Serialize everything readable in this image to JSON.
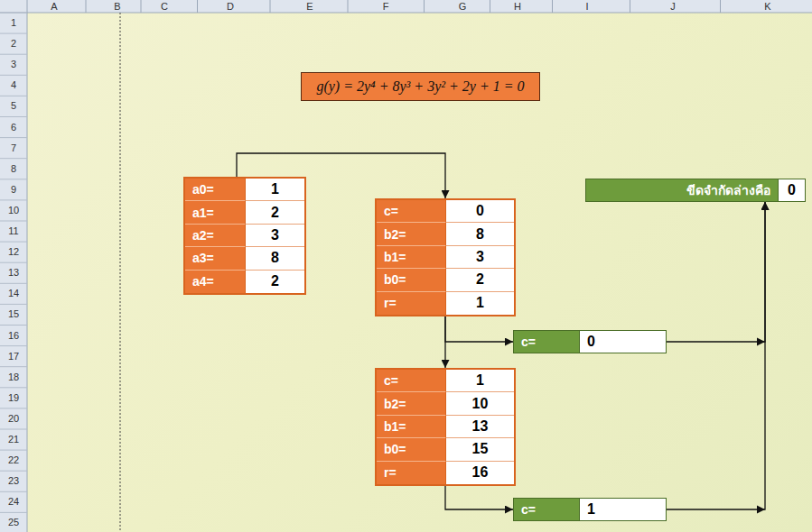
{
  "diagram": {
    "nodes": [
      {
        "text": [
          "g(y) = 2y⁴ + 8y³ + 3y² + 2y + 1 = 0"
        ]
      },
      {
        "text": [
          "a0=",
          "1",
          "a1=",
          "2",
          "a2=",
          "3",
          "a3=",
          "8",
          "a4=",
          "2"
        ]
      },
      {
        "text": [
          "ขีดจำกัดล่างคือ",
          "0"
        ]
      },
      {
        "text": [
          "c=",
          "0",
          "b2=",
          "8",
          "b1=",
          "3",
          "b0=",
          "2",
          "r=",
          "1"
        ]
      },
      {
        "text": [
          "c=",
          "0"
        ]
      },
      {
        "text": [
          "c=",
          "1",
          "b2=",
          "10",
          "b1=",
          "13",
          "b0=",
          "15",
          "r=",
          "16"
        ]
      },
      {
        "text": [
          "c=",
          "1"
        ]
      }
    ],
    "edges": [
      {
        "from": 1,
        "to": 3,
        "arrow": "to"
      },
      {
        "from": 3,
        "to": 4,
        "arrow": "to"
      },
      {
        "from": 3,
        "to": 5,
        "arrow": "to"
      },
      {
        "from": 5,
        "to": 6,
        "arrow": "to"
      },
      {
        "from": 4,
        "to": 2,
        "arrow": "to"
      },
      {
        "from": 6,
        "to": 2,
        "arrow": "to"
      }
    ],
    "labels": [
      "A",
      "B",
      "C",
      "D",
      "E",
      "F",
      "G",
      "H",
      "I",
      "J",
      "K",
      "1",
      "2",
      "3",
      "4",
      "5",
      "6",
      "7",
      "8",
      "9",
      "10",
      "11",
      "12",
      "13",
      "14",
      "15",
      "16",
      "17",
      "18",
      "19",
      "20",
      "21",
      "22",
      "23",
      "24",
      "25"
    ]
  }
}
